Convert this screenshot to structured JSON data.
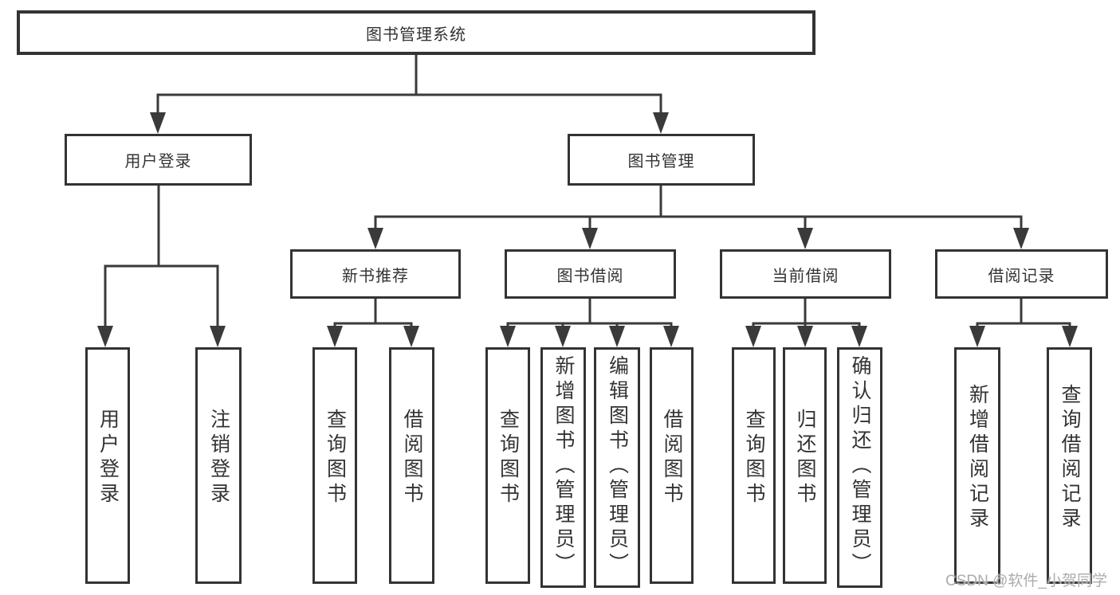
{
  "tree": {
    "root": {
      "label": "图书管理系统"
    },
    "branches": [
      {
        "label": "用户登录",
        "children": [
          {
            "label": "用户登录"
          },
          {
            "label": "注销登录"
          }
        ]
      },
      {
        "label": "图书管理",
        "children": [
          {
            "label": "新书推荐",
            "children": [
              {
                "label": "查询图书"
              },
              {
                "label": "借阅图书"
              }
            ]
          },
          {
            "label": "图书借阅",
            "children": [
              {
                "label": "查询图书"
              },
              {
                "label": "新增图书（管理员）"
              },
              {
                "label": "编辑图书（管理员）"
              },
              {
                "label": "借阅图书"
              }
            ]
          },
          {
            "label": "当前借阅",
            "children": [
              {
                "label": "查询图书"
              },
              {
                "label": "归还图书"
              },
              {
                "label": "确认归还（管理员）"
              }
            ]
          },
          {
            "label": "借阅记录",
            "children": [
              {
                "label": "新增借阅记录"
              },
              {
                "label": "查询借阅记录"
              }
            ]
          }
        ]
      }
    ]
  },
  "watermark": {
    "text": "CSDN @软件_小贺同学"
  },
  "colors": {
    "line": "#3a3a3a",
    "border": "#333333",
    "text": "#333333",
    "watermark_text": "#a8a8a8",
    "background": "#ffffff"
  }
}
